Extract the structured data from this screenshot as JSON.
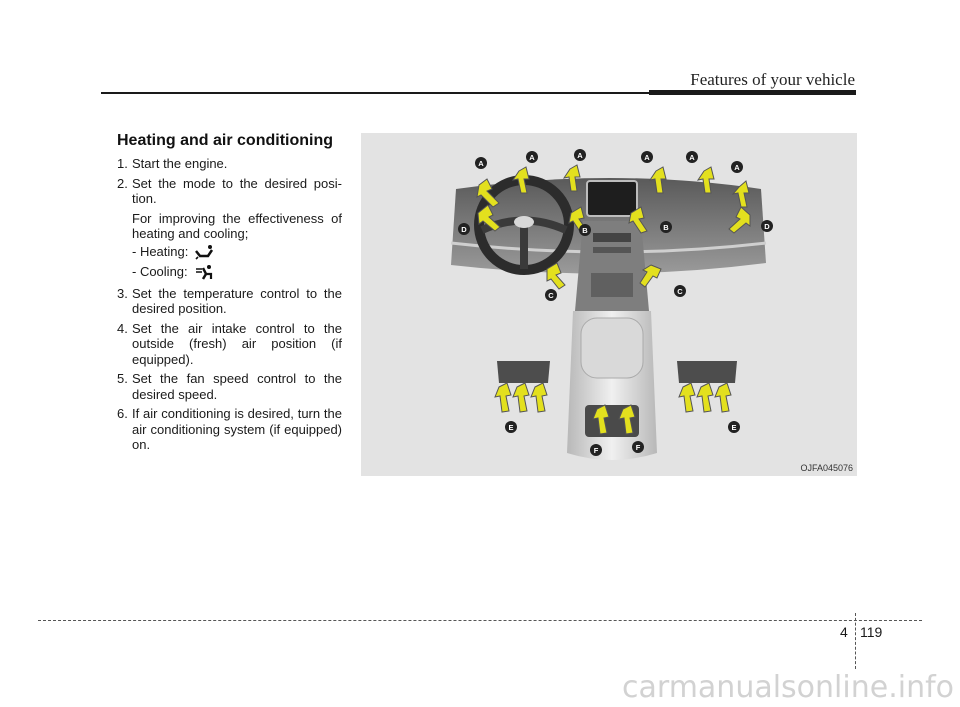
{
  "header": {
    "title": "Features of your vehicle"
  },
  "section": {
    "title": "Heating and air conditioning",
    "steps": [
      {
        "num": "1.",
        "text": "Start the engine."
      },
      {
        "num": "2.",
        "text": "Set the mode to the desired posi-tion."
      },
      {
        "num": "3.",
        "text": "Set the temperature control to the desired position."
      },
      {
        "num": "4.",
        "text": "Set the air intake control to the outside (fresh) air position (if equipped)."
      },
      {
        "num": "5.",
        "text": "Set the fan speed control to the desired speed."
      },
      {
        "num": "6.",
        "text": "If air conditioning is desired, turn the air conditioning system (if equipped) on."
      }
    ],
    "step2_note": "For improving the effectiveness of heating and cooling;",
    "heating_label": "- Heating:",
    "cooling_label": "- Cooling:",
    "heating_icon": "floor-mode-icon",
    "cooling_icon": "face-mode-icon"
  },
  "figure": {
    "code": "OJFA045076",
    "vent_labels": [
      "A",
      "A",
      "A",
      "A",
      "A",
      "A",
      "B",
      "B",
      "C",
      "C",
      "D",
      "D",
      "E",
      "E",
      "F",
      "F"
    ],
    "arrow_color": "#e3e01e"
  },
  "footer": {
    "chapter": "4",
    "page": "119",
    "watermark": "carmanualsonline.info"
  }
}
